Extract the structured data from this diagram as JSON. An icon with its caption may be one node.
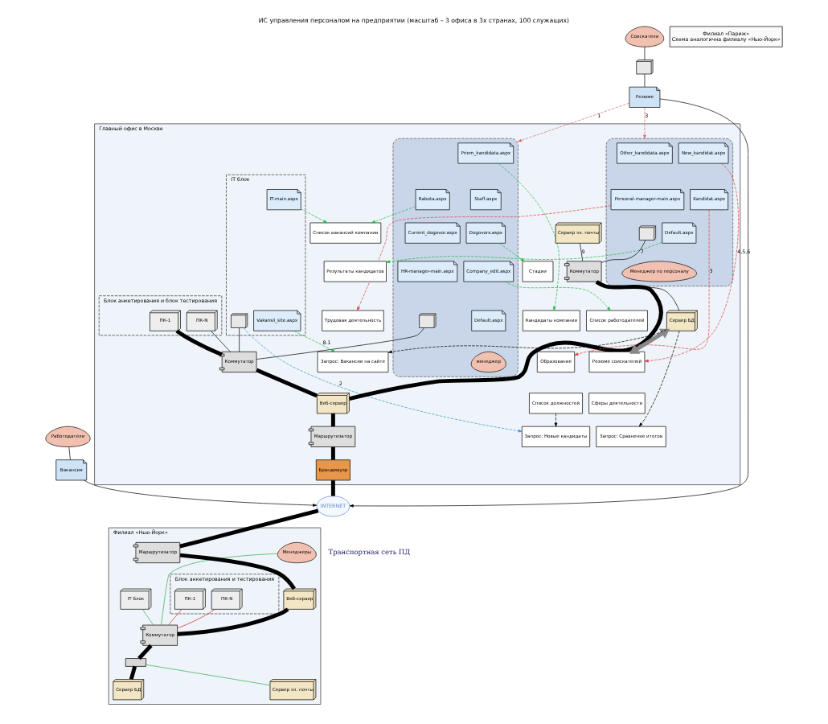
{
  "diagram": {
    "title": "ИС управления персоналом на предприятии (масштаб – 3 офиса в 3х странах, 100 служащих)",
    "nodes": [
      {
        "text": [
          "Главный офис в Москве"
        ]
      },
      {
        "text": [
          "Блок анкетирования и блок тестирования"
        ],
        "in": 0
      },
      {
        "text": [
          "ПК-1"
        ],
        "in": 1
      },
      {
        "text": [
          "ПК-N"
        ],
        "in": 1
      },
      {
        "text": [],
        "shape": "ellipse",
        "in": 0
      },
      {
        "text": [
          "Priem_kandidata.aspx"
        ],
        "in": 4
      },
      {
        "text": [
          "Rabota.aspx"
        ],
        "in": 4
      },
      {
        "text": [
          "Staff.aspx"
        ],
        "in": 4
      },
      {
        "text": [
          "Current_dogovor.aspx"
        ],
        "in": 4
      },
      {
        "text": [
          "Dogovors.aspx"
        ],
        "in": 4
      },
      {
        "text": [
          "Company_edit.aspx"
        ],
        "in": 4
      },
      {
        "text": [
          "HR-manager-main.aspx"
        ],
        "in": 4
      },
      {
        "text": [
          "Default.aspx"
        ],
        "in": 4
      },
      {
        "text": [],
        "shape": "picture",
        "in": 4
      },
      {
        "text": [
          "менеджер"
        ],
        "in": 4
      },
      {
        "text": [
          "Коммутатор"
        ],
        "in": 0
      },
      {
        "text": [
          "IT блок"
        ],
        "in": 0
      },
      {
        "text": [
          "Vakansii_site.aspx"
        ],
        "in": 16
      },
      {
        "text": [
          "IT-main.aspx"
        ],
        "in": 16
      },
      {
        "text": [],
        "shape": "picture",
        "in": 16
      },
      {
        "text": [
          "Сервер эл. почты"
        ],
        "in": 0
      },
      {
        "text": [
          "Коммутатор"
        ],
        "in": 0
      },
      {
        "text": [],
        "shape": "ellipse",
        "in": 0
      },
      {
        "text": [
          "Other_kandidata.aspx"
        ],
        "in": 22
      },
      {
        "text": [
          "New_kandidat.aspx"
        ],
        "in": 22
      },
      {
        "text": [
          "Kandidat.aspx"
        ],
        "in": 22
      },
      {
        "text": [
          "Personal-manager-main.aspx"
        ],
        "in": 22
      },
      {
        "text": [
          "Default.aspx"
        ],
        "in": 22
      },
      {
        "text": [],
        "shape": "picture",
        "in": 22
      },
      {
        "text": [
          "Менеджер по персоналу"
        ],
        "in": 22
      },
      {
        "text": [
          "Сервер БД"
        ],
        "in": 0
      },
      {
        "text": [
          "Стадии"
        ],
        "in": 0
      },
      {
        "text": [
          "Список вакансий компании"
        ],
        "in": 0
      },
      {
        "text": [
          "Список работодателей"
        ],
        "in": 0
      },
      {
        "text": [
          "Кандидаты компании"
        ],
        "in": 0
      },
      {
        "text": [
          "Результаты кандидатов"
        ],
        "in": 0
      },
      {
        "text": [
          "Резюме соискателей"
        ],
        "in": 0
      },
      {
        "text": [
          "Образование"
        ],
        "in": 0
      },
      {
        "text": [
          "Трудовая деятельность"
        ],
        "in": 0
      },
      {
        "text": [
          "Сферы деятельности"
        ],
        "in": 0
      },
      {
        "text": [
          "Список должностей"
        ],
        "in": 0
      },
      {
        "text": [
          "Запрос: Вакансии на сайте"
        ],
        "in": 0
      },
      {
        "text": [
          "Запрос: Новые кандидаты"
        ],
        "in": 0
      },
      {
        "text": [
          "Запрос: Сравнение итогов"
        ],
        "in": 0
      },
      {
        "text": [
          "Веб-сервер"
        ],
        "in": 0
      },
      {
        "text": [
          "Брандмауэр"
        ],
        "in": 0
      },
      {
        "text": [
          "Маршрутизатор"
        ],
        "in": 0
      },
      {
        "text": [
          "INTERNET"
        ]
      },
      {
        "text": [
          "Филиал «Париж»",
          "Схема аналогична филиалу «Нью-Йорк»"
        ]
      },
      {
        "text": [
          "Филиал «Нью-Йорк»"
        ]
      },
      {
        "text": [
          "Блок анкетирования и тестирования"
        ],
        "in": 49
      },
      {
        "text": [
          "ПК-1"
        ],
        "in": 50
      },
      {
        "text": [
          "ПК-N"
        ],
        "in": 50
      },
      {
        "text": [
          "Коммутатор"
        ],
        "in": 49
      },
      {
        "text": [
          "Менеджеры"
        ],
        "in": 49
      },
      {
        "text": [
          "IT блок"
        ],
        "in": 49
      },
      {
        "text": [
          "Маршрутизатор"
        ],
        "in": 49
      },
      {
        "text": [
          "Веб-сервер"
        ],
        "in": 49
      },
      {
        "text": [],
        "shape": "box",
        "in": 49
      },
      {
        "text": [
          "Сервер БД"
        ],
        "in": 49
      },
      {
        "text": [
          "Сервер эл. почты"
        ],
        "in": 49
      },
      {
        "text": [
          "Вакансия"
        ]
      },
      {
        "text": [
          "Работодатели"
        ]
      },
      {
        "text": [
          "Резюме"
        ]
      },
      {
        "text": [],
        "shape": "picture"
      },
      {
        "text": [
          "Соискатели"
        ]
      }
    ],
    "edges": [
      {
        "from": 2,
        "to": 15,
        "arrow": "none",
        "style": "thick"
      },
      {
        "from": 3,
        "to": 15,
        "arrow": "none"
      },
      {
        "from": 13,
        "to": 15,
        "arrow": "none"
      },
      {
        "from": 19,
        "to": 15,
        "arrow": "none"
      },
      {
        "from": 15,
        "to": 44,
        "arrow": "none",
        "style": "thick"
      },
      {
        "from": 21,
        "to": 44,
        "arrow": "none",
        "style": "thick"
      },
      {
        "from": 20,
        "to": 21,
        "arrow": "none",
        "label": "9"
      },
      {
        "from": 21,
        "to": 30,
        "arrow": "none"
      },
      {
        "from": 28,
        "to": 21,
        "arrow": "none"
      },
      {
        "from": 44,
        "to": 46,
        "arrow": "none",
        "style": "thick"
      },
      {
        "from": 46,
        "to": 45,
        "arrow": "none",
        "style": "thick"
      },
      {
        "from": 45,
        "to": 47,
        "arrow": "none",
        "style": "thick"
      },
      {
        "from": 47,
        "to": 56,
        "arrow": "none",
        "style": "thick"
      },
      {
        "from": 56,
        "to": 57,
        "arrow": "none",
        "style": "thick"
      },
      {
        "from": 57,
        "to": 53,
        "arrow": "none",
        "style": "thick"
      },
      {
        "from": 53,
        "to": 58,
        "arrow": "none",
        "style": "thick"
      },
      {
        "from": 58,
        "to": 59,
        "arrow": "none",
        "style": "thick"
      },
      {
        "from": 58,
        "to": 60,
        "arrow": "none",
        "color": "#33aa55"
      },
      {
        "from": 51,
        "to": 53,
        "arrow": "none",
        "color": "#dd2222"
      },
      {
        "from": 52,
        "to": 53,
        "arrow": "none",
        "color": "#dd2222"
      },
      {
        "from": 54,
        "to": 53,
        "arrow": "none",
        "color": "#33aa55"
      },
      {
        "from": 55,
        "to": 53,
        "arrow": "none",
        "color": "#33aa55"
      },
      {
        "from": 9,
        "to": 31,
        "arrow": "to",
        "style": "dashed",
        "color": "#22bb44"
      },
      {
        "from": 6,
        "to": 32,
        "arrow": "to",
        "style": "dashed",
        "color": "#22bb44"
      },
      {
        "from": 10,
        "to": 33,
        "arrow": "to",
        "style": "dashed",
        "color": "#22bb44"
      },
      {
        "from": 5,
        "to": 34,
        "arrow": "to",
        "style": "dashed",
        "color": "#22bb44"
      },
      {
        "from": 27,
        "to": 35,
        "arrow": "to",
        "label": "7",
        "style": "dashed",
        "color": "#22bb44"
      },
      {
        "from": 25,
        "to": 37,
        "arrow": "to",
        "label": "3",
        "style": "dashed",
        "color": "#e04040"
      },
      {
        "from": 24,
        "to": 36,
        "arrow": "to",
        "label": "4,5,6",
        "style": "dashed",
        "color": "#e04040"
      },
      {
        "from": 26,
        "to": 38,
        "arrow": "to",
        "style": "dashed",
        "color": "#e04040"
      },
      {
        "from": 17,
        "to": 41,
        "arrow": "to",
        "label": "8.1",
        "style": "dashed",
        "color": "#22bb44"
      },
      {
        "from": 18,
        "to": 32,
        "arrow": "to",
        "style": "dashed",
        "color": "#22bb44"
      },
      {
        "from": 19,
        "to": 42,
        "arrow": "to",
        "label": "2",
        "style": "dashed",
        "color": "#3399cc"
      },
      {
        "from": 63,
        "to": 4,
        "arrow": "to",
        "label": "1",
        "style": "dashed",
        "color": "#e06666"
      },
      {
        "from": 63,
        "to": 22,
        "arrow": "to",
        "label": "3",
        "style": "dashed",
        "color": "#e06666"
      },
      {
        "from": 30,
        "to": 36,
        "arrow": "both",
        "style": "thick",
        "color": "#888888"
      },
      {
        "from": 30,
        "to": 41,
        "arrow": "to",
        "style": "dashed"
      },
      {
        "from": 30,
        "to": 43,
        "arrow": "to",
        "style": "dashed"
      },
      {
        "from": 40,
        "to": 42,
        "arrow": "to",
        "style": "dashed"
      },
      {
        "from": 62,
        "to": 61,
        "arrow": "none"
      },
      {
        "from": 61,
        "to": 47,
        "arrow": "to"
      },
      {
        "from": 65,
        "to": 64,
        "arrow": "none"
      },
      {
        "from": 64,
        "to": 63,
        "arrow": "none"
      },
      {
        "from": 63,
        "to": 47,
        "arrow": "to"
      }
    ],
    "labels": [
      "Транспортная сеть ПД"
    ]
  }
}
